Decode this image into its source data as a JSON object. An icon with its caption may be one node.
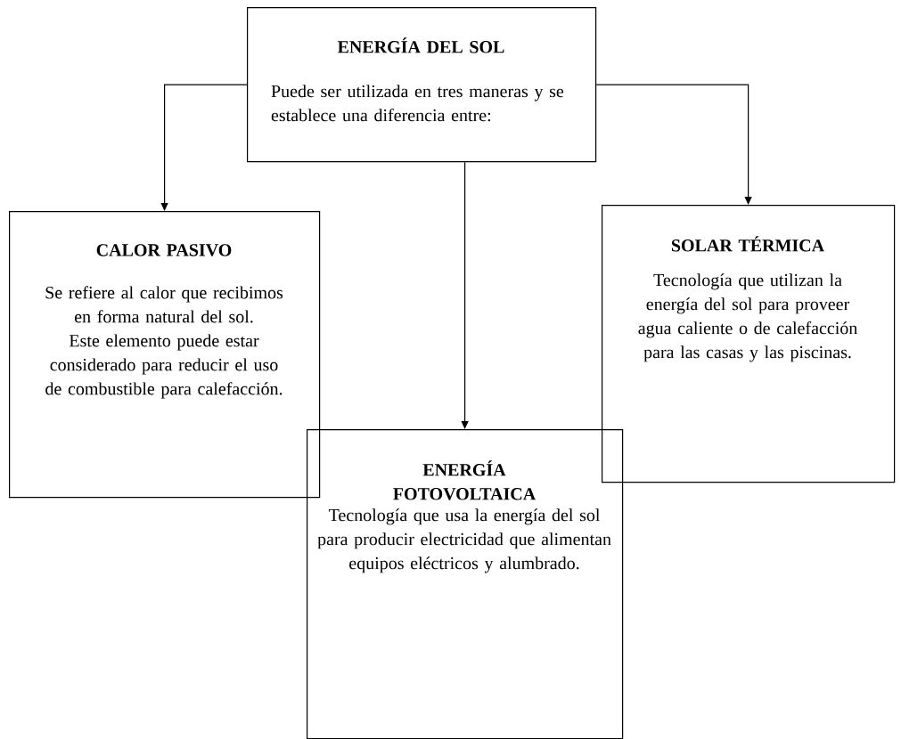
{
  "diagram": {
    "nodes": [
      {
        "text": [
          "ENERGÍA DEL SOL",
          "Puede ser utilizada en tres maneras y se establece una diferencia entre:"
        ]
      },
      {
        "text": [
          "CALOR PASIVO",
          "Se refiere al calor que recibimos en forma natural del sol. Este elemento puede estar considerado para reducir el uso de combustible para calefacción."
        ]
      },
      {
        "text": [
          "SOLAR TÉRMICA",
          "Tecnología que utilizan la energía del sol para proveer agua caliente o de calefacción para las casas y las piscinas."
        ]
      },
      {
        "text": [
          "ENERGÍA FOTOVOLTAICA",
          "Tecnología que usa la energía del sol para producir electricidad que alimentan equipos eléctricos y alumbrado."
        ]
      }
    ],
    "edges": [
      {
        "from": 0,
        "to": 1,
        "arrow": "to"
      },
      {
        "from": 0,
        "to": 3,
        "arrow": "to"
      },
      {
        "from": 0,
        "to": 2,
        "arrow": "to"
      }
    ]
  }
}
